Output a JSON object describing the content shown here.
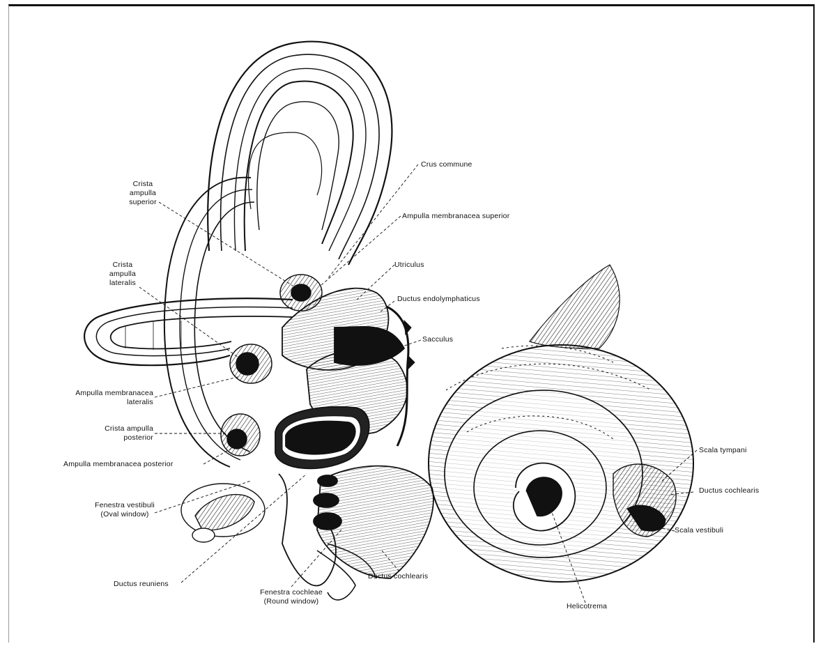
{
  "labels": {
    "crus_commune": "Crus commune",
    "crista_ampulla_superior": [
      "Crista",
      "ampulla",
      "superior"
    ],
    "ampulla_membranacea_superior": "Ampulla membranacea superior",
    "utriculus": "Utriculus",
    "crista_ampulla_lateralis": [
      "Crista",
      "ampulla",
      "lateralis"
    ],
    "ductus_endolymphaticus": "Ductus endolymphaticus",
    "sacculus": "Sacculus",
    "ampulla_membranacea_lateralis": [
      "Ampulla membranacea",
      "lateralis"
    ],
    "crista_ampulla_posterior": [
      "Crista ampulla",
      "posterior"
    ],
    "ampulla_membranacea_posterior": "Ampulla membranacea posterior",
    "fenestra_vestibuli": [
      "Fenestra vestibuli",
      "(Oval window)"
    ],
    "ductus_reuniens": "Ductus reuniens",
    "fenestra_cochleae": [
      "Fenestra cochleae",
      "(Round window)"
    ],
    "ductus_cochlearis_bottom": "Ductus cochlearis",
    "helicotrema": "Helicotrema",
    "scala_tympani": "Scala tympani",
    "ductus_cochlearis_right": "Ductus cochlearis",
    "scala_vestibuli": "Scala vestibuli"
  }
}
